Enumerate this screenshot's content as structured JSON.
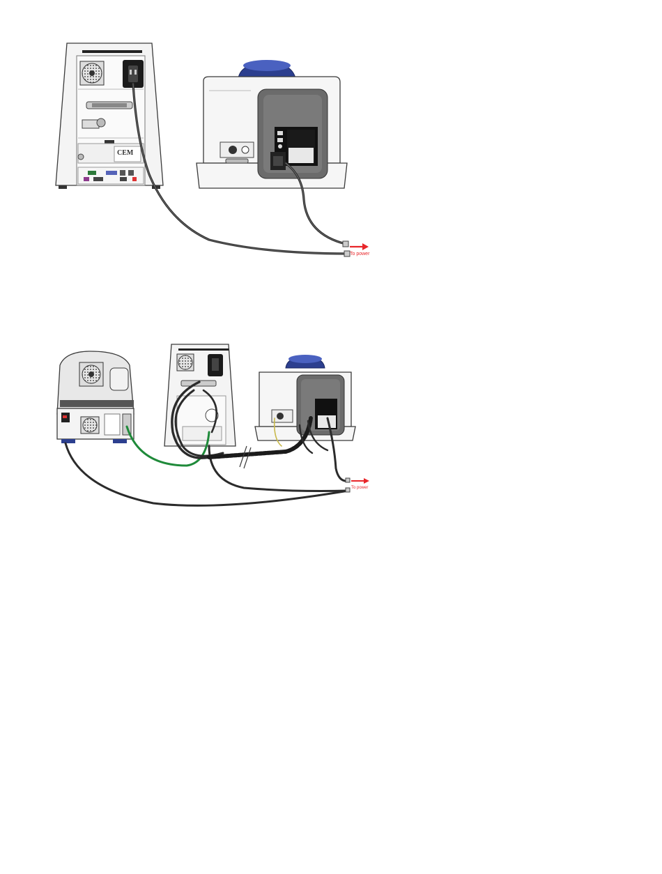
{
  "figure1": {
    "to_power_label": "To power",
    "controller_logo": "CEM"
  },
  "figure2": {
    "to_power_label": "To power"
  },
  "colors": {
    "cable": "#2b2b2b",
    "ground_wire": "#1f8a3a",
    "arrow": "#e8262a",
    "instrument_blue": "#2c3f8f",
    "panel_gray": "#6b6b6b",
    "chassis": "#f2f2f2",
    "outline": "#3a3a3a"
  }
}
